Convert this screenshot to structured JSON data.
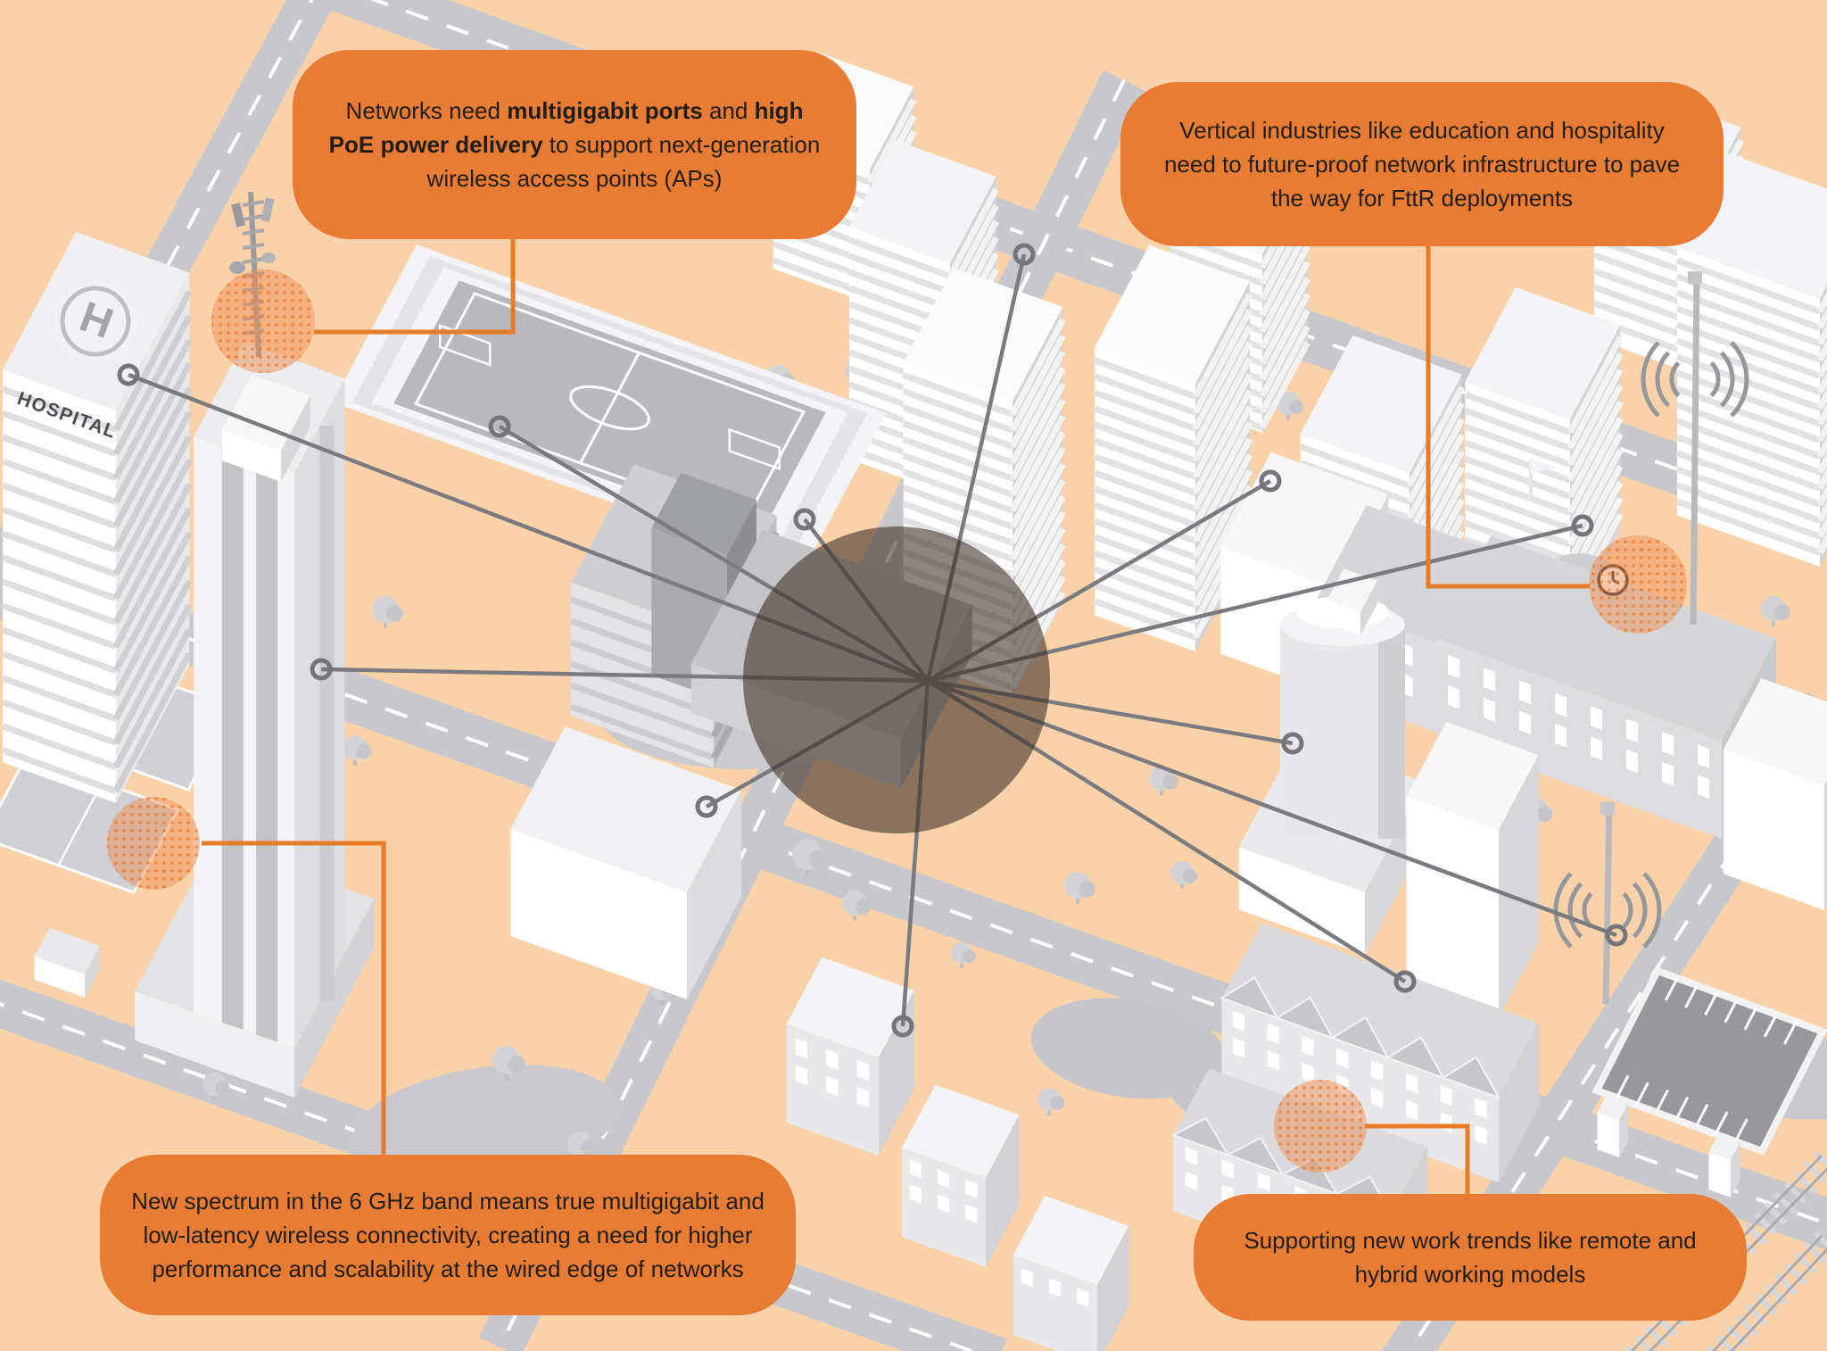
{
  "colors": {
    "background": "#FAD2AA",
    "accent_orange": "#E87C35",
    "annotation_line_orange": "#E87B28",
    "connector_gray": "#7B7B7F",
    "road_gray": "#C8C8CC",
    "building_white": "#FFFFFF",
    "building_shadow": "#D8D8DB",
    "focus_overlay": "rgba(58,45,37,0.58)",
    "highlight_orange": "rgba(238,142,82,0.5)",
    "callout_text": "#211D19"
  },
  "callouts": {
    "top_left": {
      "segments": [
        {
          "text": "Networks need ",
          "bold": false
        },
        {
          "text": "multigigabit ports",
          "bold": true
        },
        {
          "text": " and ",
          "bold": false
        },
        {
          "text": "high PoE power delivery",
          "bold": true
        },
        {
          "text": " to support next-generation wireless access points (APs)",
          "bold": false
        }
      ]
    },
    "top_right": {
      "segments": [
        {
          "text": "Vertical industries like education and hospitality need to future-proof network infrastructure to pave the way for FttR deployments",
          "bold": false
        }
      ]
    },
    "bottom_left": {
      "segments": [
        {
          "text": "New spectrum in the 6 GHz band means true multigigabit and low-latency wireless connectivity, creating a need for higher performance and scalability at the wired edge of networks",
          "bold": false
        }
      ]
    },
    "bottom_right": {
      "segments": [
        {
          "text": "Supporting new work trends like remote and hybrid working models",
          "bold": false
        }
      ]
    }
  },
  "city_labels": {
    "hospital": "HOSPITAL",
    "helipad": "H"
  }
}
